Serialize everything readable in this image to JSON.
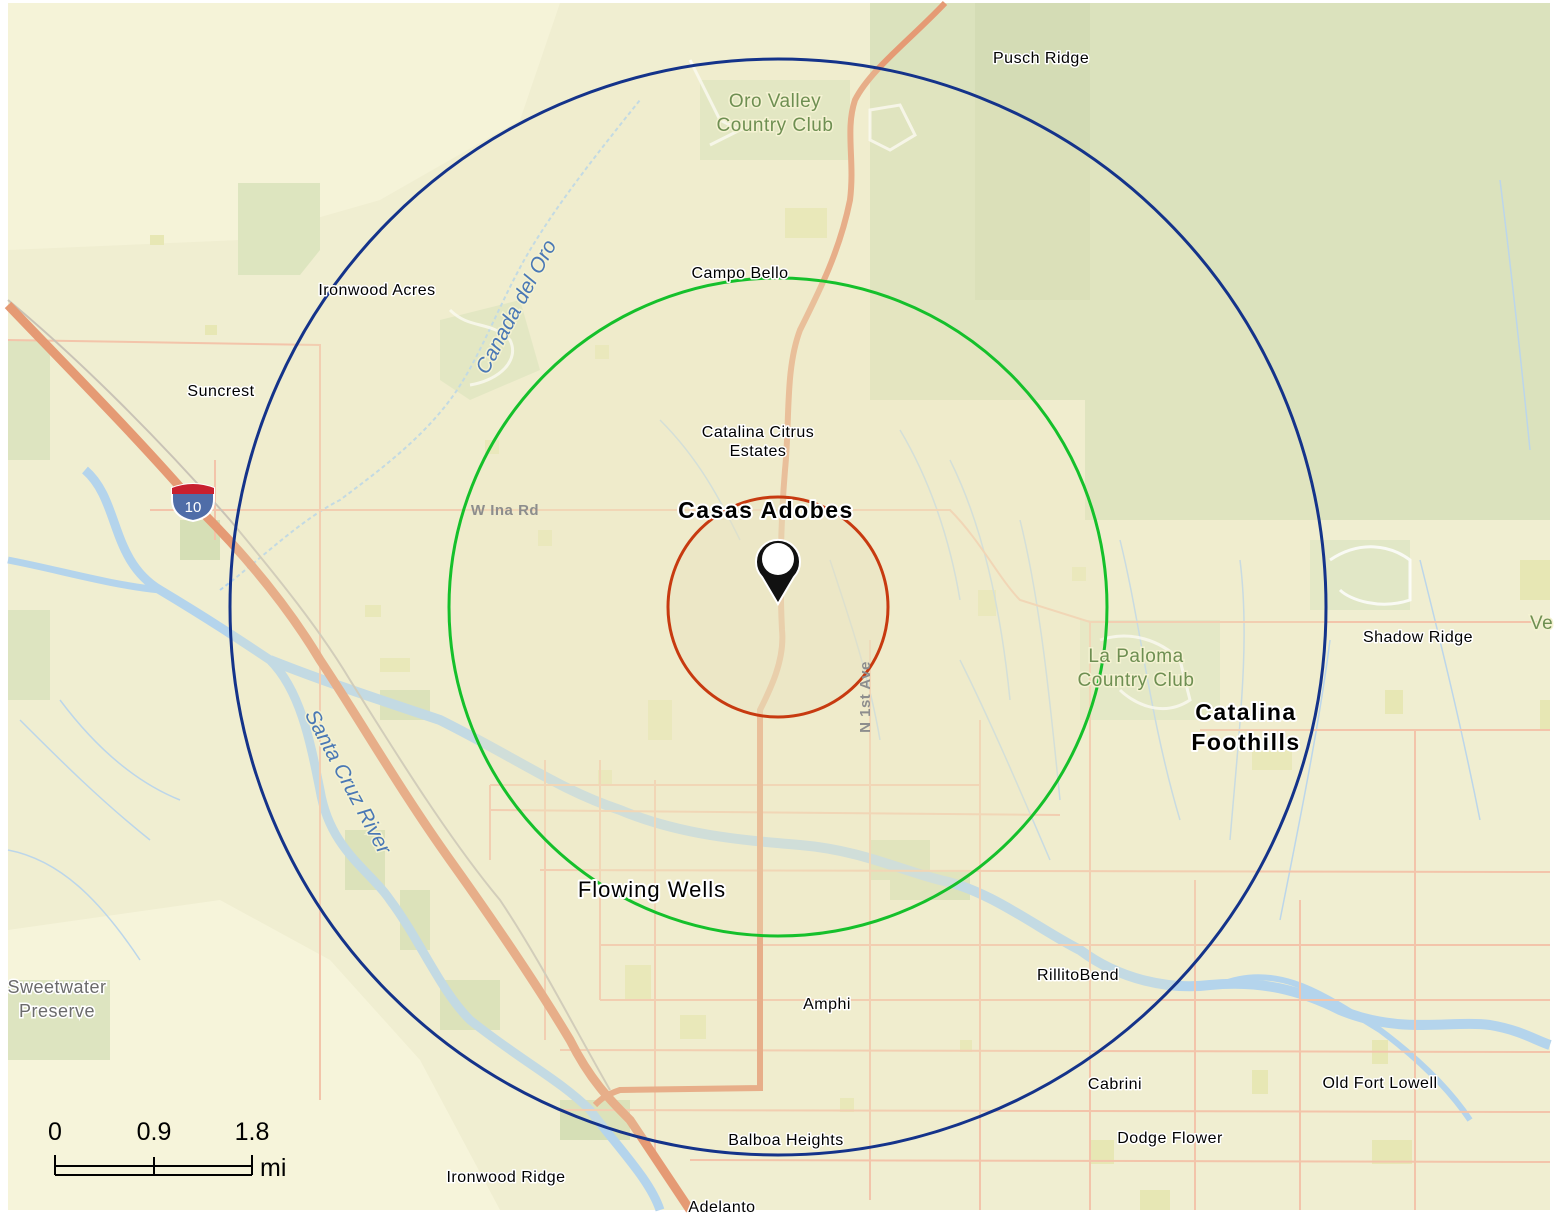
{
  "map": {
    "labels": {
      "pusch_ridge": "Pusch Ridge",
      "oro_valley_1": "Oro Valley",
      "oro_valley_2": "Country Club",
      "campo_bello": "Campo Bello",
      "ironwood_acres": "Ironwood Acres",
      "suncrest": "Suncrest",
      "catalina_citrus_1": "Catalina Citrus",
      "catalina_citrus_2": "Estates",
      "casas_adobes": "Casas Adobes",
      "la_paloma_1": "La Paloma",
      "la_paloma_2": "Country Club",
      "catalina_foothills_1": "Catalina",
      "catalina_foothills_2": "Foothills",
      "shadow_ridge": "Shadow Ridge",
      "ve": "Ve",
      "flowing_wells": "Flowing Wells",
      "rillitobend": "RillitoBend",
      "amphi": "Amphi",
      "cabrini": "Cabrini",
      "old_fort_lowell": "Old Fort Lowell",
      "balboa_heights": "Balboa Heights",
      "dodge_flower": "Dodge Flower",
      "ironwood_ridge": "Ironwood Ridge",
      "adelanto": "Adelanto",
      "sweetwater_1": "Sweetwater",
      "sweetwater_2": "Preserve"
    },
    "water_labels": {
      "canada_del_oro": "Canada del Oro",
      "santa_cruz_river": "Santa Cruz River"
    },
    "road_labels": {
      "w_ina_rd": "W Ina Rd",
      "n_1st_ave": "N 1st Ave",
      "interstate": "10"
    },
    "rings": [
      {
        "name": "inner",
        "color": "#c73a10"
      },
      {
        "name": "middle",
        "color": "#15c02b"
      },
      {
        "name": "outer",
        "color": "#14338a"
      }
    ],
    "marker": "location-pin-icon"
  },
  "scale_bar": {
    "ticks": [
      "0",
      "0.9",
      "1.8"
    ],
    "unit": "mi"
  },
  "colors": {
    "land": "#f0eed0",
    "park": "#dfe6c2",
    "river": "#b7d6ee",
    "highway": "#e59a74",
    "arterial": "#f3c3a8"
  }
}
